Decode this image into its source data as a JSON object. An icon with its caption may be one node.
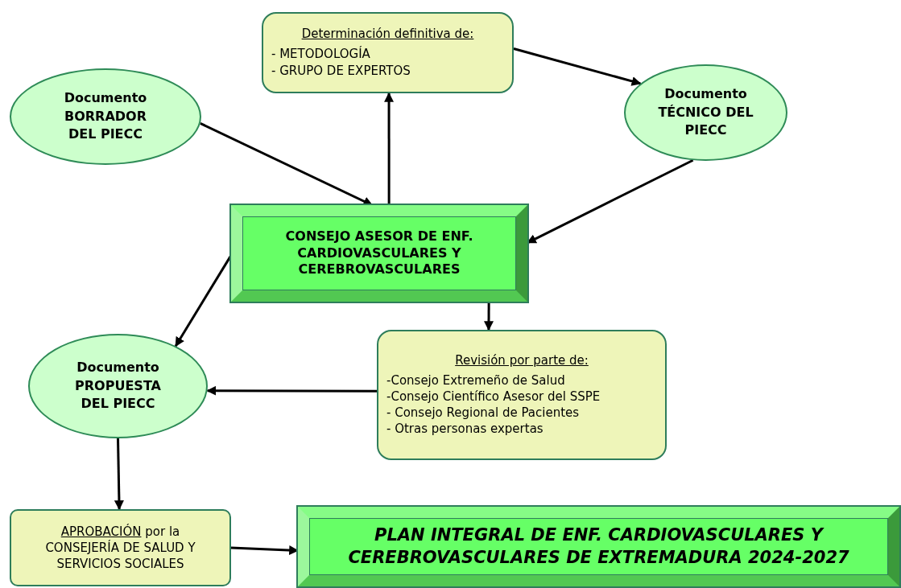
{
  "diagram": {
    "nodes": [
      {
        "text": [
          "Documento BORRADOR DEL PIECC"
        ]
      },
      {
        "text": [
          "Determinación definitiva de:",
          "- METODOLOGÍA",
          "- GRUPO DE EXPERTOS"
        ]
      },
      {
        "text": [
          "Documento TÉCNICO DEL PIECC"
        ]
      },
      {
        "text": [
          "CONSEJO ASESOR DE ENF. CARDIOVASCULARES Y CEREBROVASCULARES"
        ]
      },
      {
        "text": [
          "Documento PROPUESTA DEL PIECC"
        ]
      },
      {
        "text": [
          "Revisión por parte de:",
          "-Consejo Extremeño de Salud",
          "-Consejo Científico Asesor del SSPE",
          "- Consejo Regional de Pacientes",
          "- Otras personas expertas"
        ]
      },
      {
        "text": [
          "APROBACIÓN",
          "por la CONSEJERÍA DE SALUD Y SERVICIOS SOCIALES"
        ]
      },
      {
        "text": [
          "PLAN INTEGRAL DE ENF. CARDIOVASCULARES Y CEREBROVASCULARES DE EXTREMADURA 2024-2027"
        ]
      }
    ],
    "edges": [
      {
        "from": 0,
        "to": 3,
        "arrow": "to"
      },
      {
        "from": 3,
        "to": 1,
        "arrow": "to"
      },
      {
        "from": 1,
        "to": 2,
        "arrow": "to"
      },
      {
        "from": 2,
        "to": 3,
        "arrow": "to"
      },
      {
        "from": 3,
        "to": 4,
        "arrow": "to"
      },
      {
        "from": 3,
        "to": 5,
        "arrow": "to"
      },
      {
        "from": 5,
        "to": 4,
        "arrow": "to"
      },
      {
        "from": 4,
        "to": 6,
        "arrow": "to"
      },
      {
        "from": 6,
        "to": 7,
        "arrow": "to"
      }
    ]
  }
}
